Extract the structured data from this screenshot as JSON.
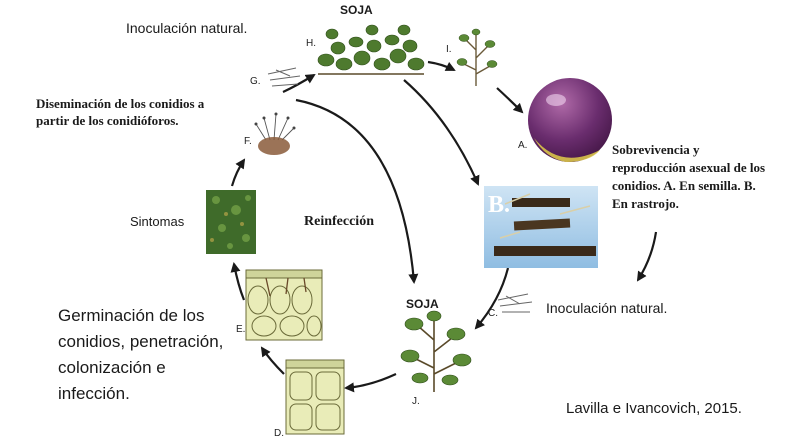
{
  "labels": {
    "soja_top": "SOJA",
    "soja_bottom": "SOJA",
    "inoculacion_top": "Inoculación  natural.",
    "inoculacion_right": "Inoculación  natural.",
    "diseminacion_1": "Diseminación de los conidios a",
    "diseminacion_2": "partir de los conidióforos.",
    "sobrevivencia_1": "Sobrevivencia y",
    "sobrevivencia_2": "reproducción asexual de los",
    "sobrevivencia_3": "conidios. A. En semilla. B.",
    "sobrevivencia_4": "En rastrojo.",
    "sintomas": "Sintomas",
    "reinfeccion": "Reinfección",
    "germinacion_1": "Germinación de los",
    "germinacion_2": "conidios, penetración,",
    "germinacion_3": "colonización e",
    "germinacion_4": "infección.",
    "citation": "Lavilla e Ivancovich, 2015.",
    "photo_b_letter": "B."
  },
  "stages": {
    "A": "A.",
    "C": "C.",
    "D": "D.",
    "E": "E.",
    "F": "F.",
    "G": "G.",
    "H": "H.",
    "I": "I.",
    "J": "J."
  },
  "colors": {
    "arrow": "#1a1a1a",
    "leaf": "#4e7a2e",
    "seed_purple": "#6a2d6e",
    "seed_yellow": "#d8c34a",
    "stubble_blue": "#9ec7e6",
    "stubble_dark": "#3a2a1a",
    "tissue": "#e9ecb8",
    "symptom": "#3f6b2a"
  }
}
